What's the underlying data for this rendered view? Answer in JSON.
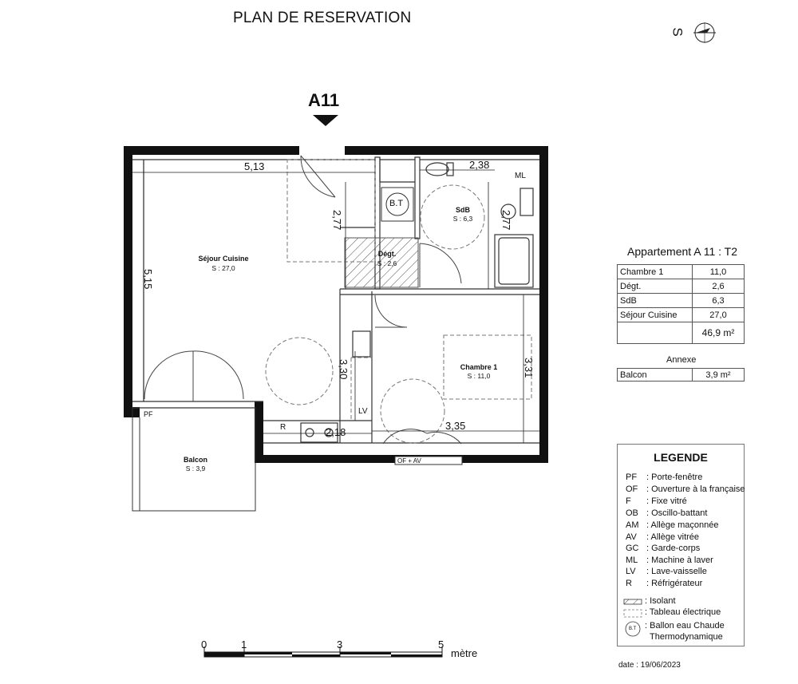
{
  "header": {
    "title": "PLAN DE RESERVATION",
    "orientation_letter": "S",
    "lot_label": "A11"
  },
  "plan": {
    "dimensions": {
      "sejour_width": "5,13",
      "sejour_height": "5,15",
      "degt_height": "2,77",
      "sdb_width": "2,38",
      "sdb_height": "2,77",
      "chambre_height": "3,31",
      "chambre_width": "3,35",
      "kitchen_height": "3,30",
      "kitchen_width": "2,18"
    },
    "rooms": {
      "sejour": {
        "name": "Séjour Cuisine",
        "area": "S : 27,0"
      },
      "degt": {
        "name": "Dégt.",
        "area": "S : 2,6"
      },
      "sdb": {
        "name": "SdB",
        "area": "S : 6,3"
      },
      "chambre": {
        "name": "Chambre 1",
        "area": "S : 11,0"
      },
      "balcon": {
        "name": "Balcon",
        "area": "S : 3,9"
      }
    },
    "tags": {
      "bt": "B.T",
      "ml": "ML",
      "lv": "LV",
      "r": "R",
      "pf": "PF",
      "of_av": "OF + AV"
    }
  },
  "surfaces": {
    "title": "Appartement A 11 : T2",
    "rows": [
      {
        "label": "Chambre 1",
        "value": "11,0"
      },
      {
        "label": "Dégt.",
        "value": "2,6"
      },
      {
        "label": "SdB",
        "value": "6,3"
      },
      {
        "label": "Séjour Cuisine",
        "value": "27,0"
      }
    ],
    "total": "46,9 m²",
    "annexe_title": "Annexe",
    "annexe": {
      "label": "Balcon",
      "value": "3,9 m²"
    }
  },
  "legend": {
    "title": "LEGENDE",
    "items": [
      {
        "code": "PF",
        "text": ": Porte-fenêtre"
      },
      {
        "code": "OF",
        "text": ": Ouverture à la française"
      },
      {
        "code": "F",
        "text": ": Fixe vitré"
      },
      {
        "code": "OB",
        "text": ": Oscillo-battant"
      },
      {
        "code": "AM",
        "text": ": Allège maçonnée"
      },
      {
        "code": "AV",
        "text": ": Allège vitrée"
      },
      {
        "code": "GC",
        "text": ": Garde-corps"
      },
      {
        "code": "ML",
        "text": ": Machine à laver"
      },
      {
        "code": "LV",
        "text": ": Lave-vaisselle"
      },
      {
        "code": "R",
        "text": ": Réfrigérateur"
      }
    ],
    "symbols": {
      "isolant": ": Isolant",
      "tableau": ": Tableau électrique",
      "ballon_1": ": Ballon eau Chaude",
      "ballon_2": "Thermodynamique",
      "bt_mark": "B.T"
    }
  },
  "scale": {
    "ticks": [
      "0",
      "1",
      "3",
      "5"
    ],
    "unit": "mètre"
  },
  "date": "date : 19/06/2023"
}
